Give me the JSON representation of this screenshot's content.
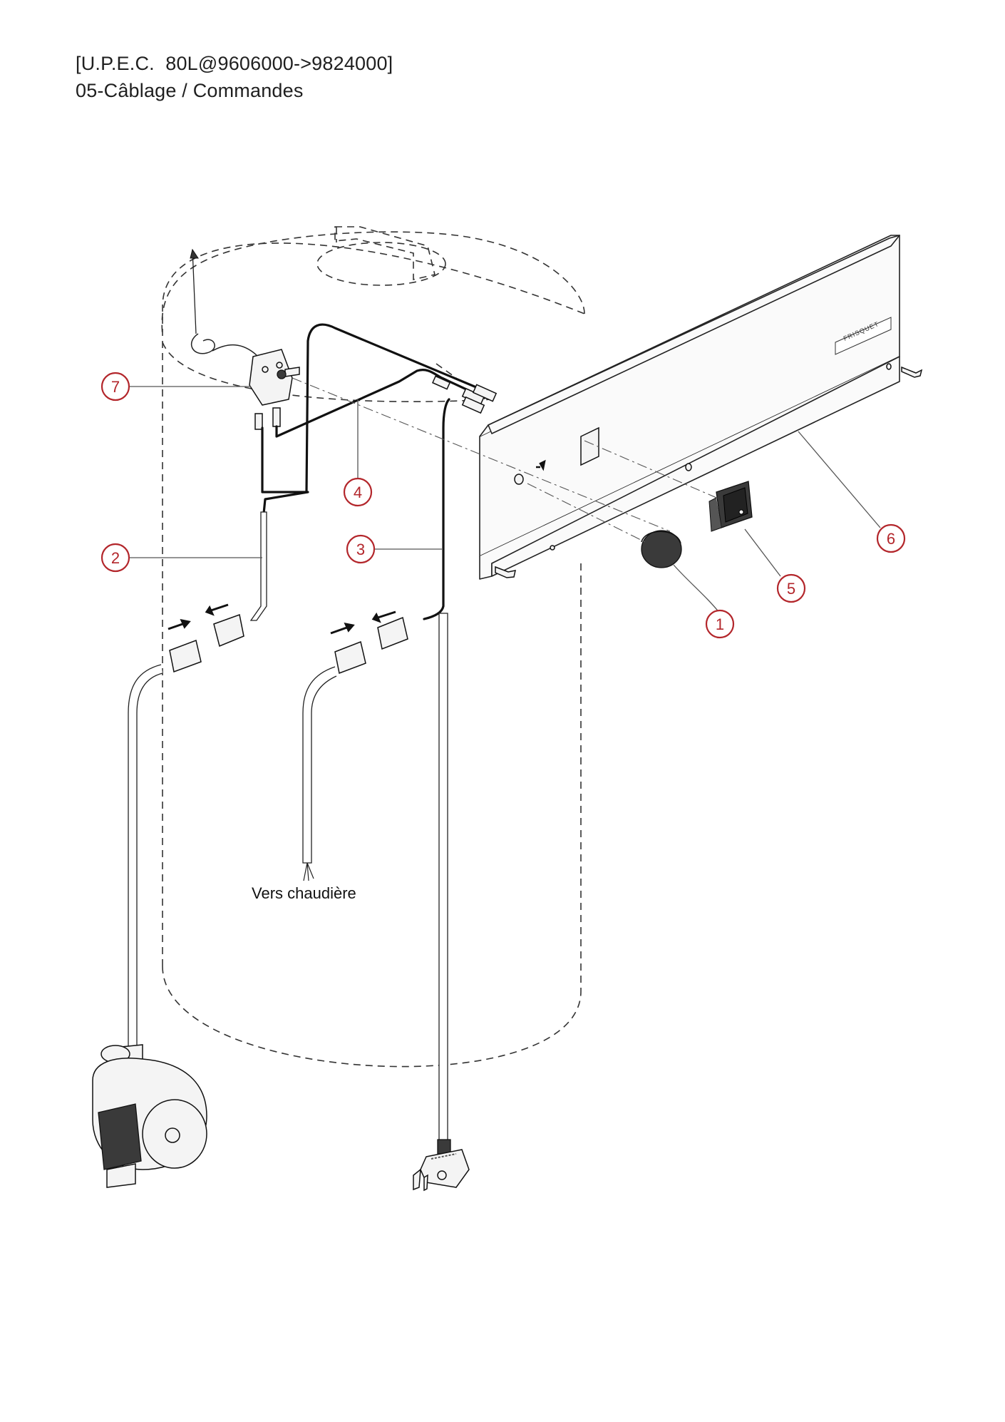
{
  "header": {
    "line1": "[U.P.E.C.  80L@9606000->9824000]",
    "line2": "05-Câblage / Commandes"
  },
  "annotations": {
    "vers_chaudiere": "Vers chaudière",
    "brand": "FRISQUET"
  },
  "callouts": [
    {
      "id": "callout-1",
      "label": "1"
    },
    {
      "id": "callout-2",
      "label": "2"
    },
    {
      "id": "callout-3",
      "label": "3"
    },
    {
      "id": "callout-4",
      "label": "4"
    },
    {
      "id": "callout-5",
      "label": "5"
    },
    {
      "id": "callout-6",
      "label": "6"
    },
    {
      "id": "callout-7",
      "label": "7"
    }
  ],
  "colors": {
    "callout": "#b3262b",
    "line": "#111111"
  }
}
